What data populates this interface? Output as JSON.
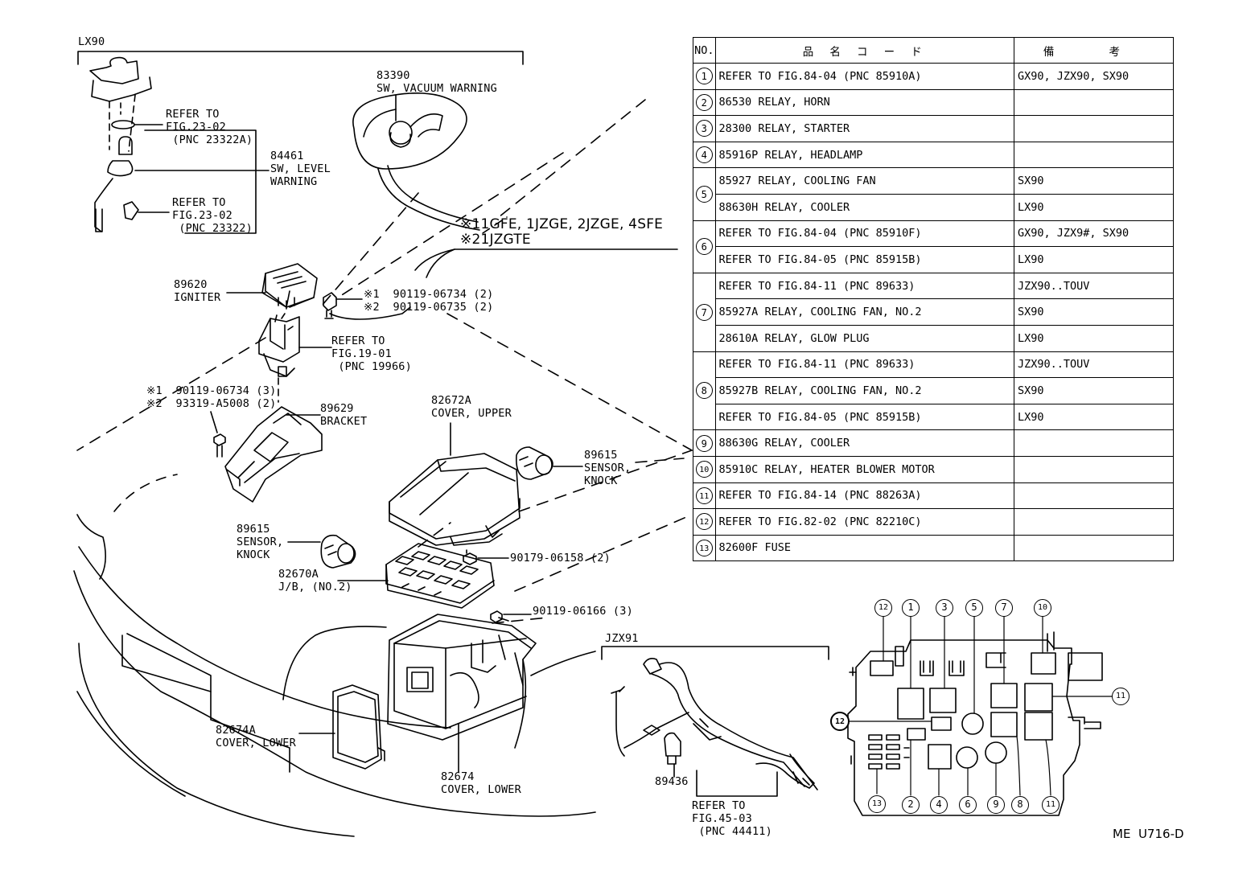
{
  "diagram": {
    "variant_lx90": "LX90",
    "variant_jzx91": "JZX91",
    "drawing_number": "ME  U716-D",
    "notes": [
      {
        "mark": "※1",
        "text": "1GFE, 1JZGE, 2JZGE, 4SFE"
      },
      {
        "mark": "※2",
        "text": "1JZGTE"
      }
    ],
    "callouts": {
      "c83390": "83390\nSW, VACUUM WARNING",
      "c_ref23_02a": "REFER TO\nFIG.23-02\n (PNC 23322A)",
      "c84461": "84461\nSW, LEVEL\nWARNING",
      "c_ref23_02": "REFER TO\nFIG.23-02\n (PNC 23322)",
      "c89620": "89620\nIGNITER",
      "c90119_top": "※1  90119-06734 (2)\n※2  90119-06735 (2)",
      "c_ref19_01": "REFER TO\nFIG.19-01\n (PNC 19966)",
      "c90119_left": "※1  90119-06734 (3)\n※2  93319-A5008 (2)",
      "c89629": "89629\nBRACKET",
      "c82672a": "82672A\nCOVER, UPPER",
      "c89615_right": "89615\nSENSOR,\nKNOCK",
      "c89615_left": "89615\nSENSOR,\nKNOCK",
      "c90179": "90179-06158 (2)",
      "c82670a": "82670A\nJ/B, (NO.2)",
      "c90119_06166": "90119-06166 (3)",
      "c82674a": "82674A\nCOVER, LOWER",
      "c82674": "82674\nCOVER, LOWER",
      "c89436": "89436",
      "c_ref45_03": "REFER TO\nFIG.45-03\n (PNC 44411)"
    }
  },
  "parts_table": {
    "headers": {
      "no": "NO.",
      "name": "品 名 コ ー ド",
      "remarks": "備 考"
    },
    "rows": [
      {
        "no": "1",
        "desc": "REFER TO FIG.84-04 (PNC 85910A)",
        "remarks": "GX90, JZX90, SX90"
      },
      {
        "no": "2",
        "desc": "86530  RELAY, HORN",
        "remarks": ""
      },
      {
        "no": "3",
        "desc": "28300  RELAY, STARTER",
        "remarks": ""
      },
      {
        "no": "4",
        "desc": "85916P RELAY, HEADLAMP",
        "remarks": ""
      },
      {
        "no": "5",
        "desc": "85927  RELAY, COOLING FAN",
        "remarks": "SX90"
      },
      {
        "no": "5",
        "desc": "88630H RELAY, COOLER",
        "remarks": "LX90"
      },
      {
        "no": "6",
        "desc": "REFER TO FIG.84-04 (PNC 85910F)",
        "remarks": "GX90, JZX9#, SX90"
      },
      {
        "no": "6",
        "desc": "REFER TO FIG.84-05 (PNC 85915B)",
        "remarks": "LX90"
      },
      {
        "no": "7",
        "desc": "REFER TO FIG.84-11 (PNC 89633)",
        "remarks": "JZX90..TOUV"
      },
      {
        "no": "7",
        "desc": "85927A RELAY, COOLING FAN, NO.2",
        "remarks": "SX90"
      },
      {
        "no": "7",
        "desc": "28610A RELAY, GLOW PLUG",
        "remarks": "LX90"
      },
      {
        "no": "8",
        "desc": "REFER TO FIG.84-11 (PNC 89633)",
        "remarks": "JZX90..TOUV"
      },
      {
        "no": "8",
        "desc": "85927B RELAY, COOLING FAN, NO.2",
        "remarks": "SX90"
      },
      {
        "no": "8",
        "desc": "REFER TO FIG.84-05 (PNC 85915B)",
        "remarks": "LX90"
      },
      {
        "no": "9",
        "desc": "88630G RELAY, COOLER",
        "remarks": ""
      },
      {
        "no": "10",
        "desc": "85910C RELAY, HEATER BLOWER MOTOR",
        "remarks": ""
      },
      {
        "no": "11",
        "desc": "REFER TO FIG.84-14 (PNC 88263A)",
        "remarks": ""
      },
      {
        "no": "12",
        "desc": "REFER TO FIG.82-02 (PNC 82210C)",
        "remarks": ""
      },
      {
        "no": "13",
        "desc": "82600F FUSE",
        "remarks": ""
      }
    ]
  },
  "box_layout": {
    "markers": {
      "m12a": "12",
      "m1": "1",
      "m3": "3",
      "m5": "5",
      "m7": "7",
      "m10": "10",
      "m11a": "11",
      "m12b": "12",
      "m13": "13",
      "m2": "2",
      "m4": "4",
      "m6": "6",
      "m9": "9",
      "m8": "8",
      "m11b": "11"
    }
  }
}
